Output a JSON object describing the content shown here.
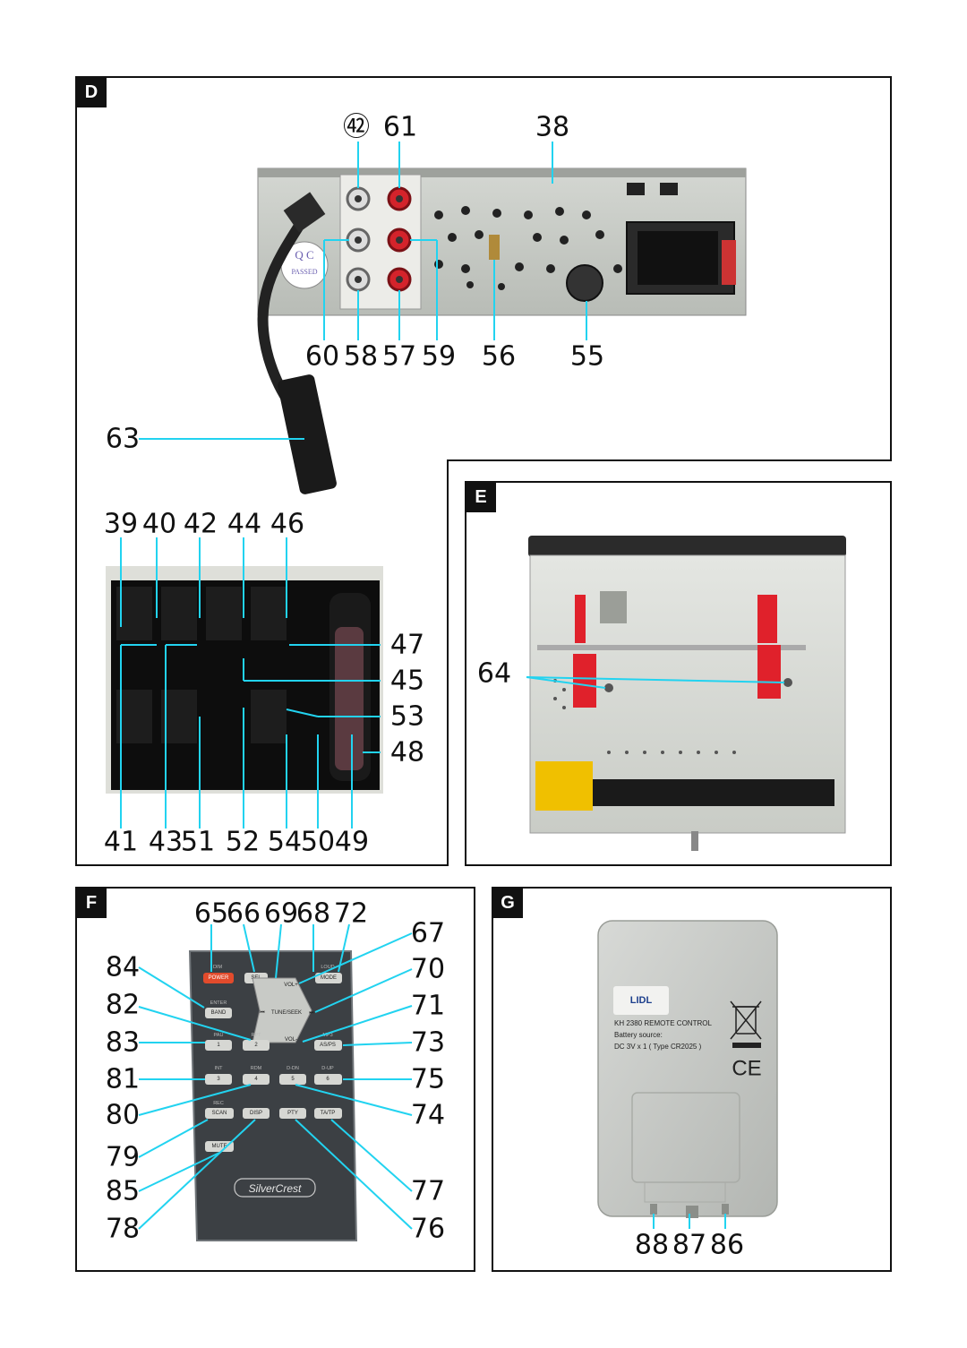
{
  "sections": {
    "D": "D",
    "E": "E",
    "F": "F",
    "G": "G"
  },
  "qc_sticker": {
    "top": "Q C",
    "bottom": "PASSED"
  },
  "callouts_d_top": [
    "㊷",
    "61",
    "38"
  ],
  "callouts_d_bottom": [
    "60",
    "58",
    "57",
    "59",
    "56",
    "55"
  ],
  "callout_d_antenna": "63",
  "callouts_d_connector_top": [
    "39",
    "40",
    "42",
    "44",
    "46"
  ],
  "callouts_d_connector_right": [
    "47",
    "45",
    "53",
    "48"
  ],
  "callouts_d_connector_bottom": [
    "41",
    "43",
    "51",
    "52",
    "54",
    "50",
    "49"
  ],
  "callout_e": "64",
  "callouts_f_top": [
    "65",
    "66",
    "69",
    "68",
    "72"
  ],
  "callouts_f_left": [
    "84",
    "82",
    "83",
    "81",
    "80",
    "79",
    "85",
    "78"
  ],
  "callouts_f_right": [
    "67",
    "70",
    "71",
    "73",
    "75",
    "74",
    "77",
    "76"
  ],
  "callouts_g": [
    "88",
    "87",
    "86"
  ],
  "remote": {
    "row1": [
      {
        "sub": "DIM",
        "label": "POWER"
      },
      {
        "sub": "",
        "label": "SEL"
      },
      {
        "sub": "",
        "label": "VOL+"
      },
      {
        "sub": "LOUD",
        "label": "MODE"
      }
    ],
    "row2": [
      {
        "sub": "ENTER",
        "label": "BAND"
      },
      {
        "sub": "",
        "label": "TUNE/SEEK"
      }
    ],
    "row3": [
      {
        "sub": "PAU",
        "label": "1"
      },
      {
        "sub": "RPT",
        "label": "2"
      },
      {
        "sub": "",
        "label": "VOL-"
      },
      {
        "sub": "MP3",
        "label": "AS/PS"
      }
    ],
    "row4": [
      {
        "sub": "INT",
        "label": "3"
      },
      {
        "sub": "RDM",
        "label": "4"
      },
      {
        "sub": "D-DN",
        "label": "5"
      },
      {
        "sub": "D-UP",
        "label": "6"
      }
    ],
    "row5": [
      {
        "sub": "REC",
        "label": "SCAN"
      },
      {
        "sub": "",
        "label": "DISP"
      },
      {
        "sub": "",
        "label": "PTY"
      },
      {
        "sub": "",
        "label": "TA/TP"
      }
    ],
    "mute": "MUTE",
    "brand": "SilverCrest"
  },
  "remote_back": {
    "logo": "LIDL",
    "line1": "KH 2380 REMOTE CONTROL",
    "line2": "Battery source:",
    "line3": "DC 3V x 1 ( Type CR2025 )",
    "ce": "CE"
  },
  "colors": {
    "line": "#22d3f0",
    "border": "#111111",
    "sticker": "#e0212b"
  }
}
